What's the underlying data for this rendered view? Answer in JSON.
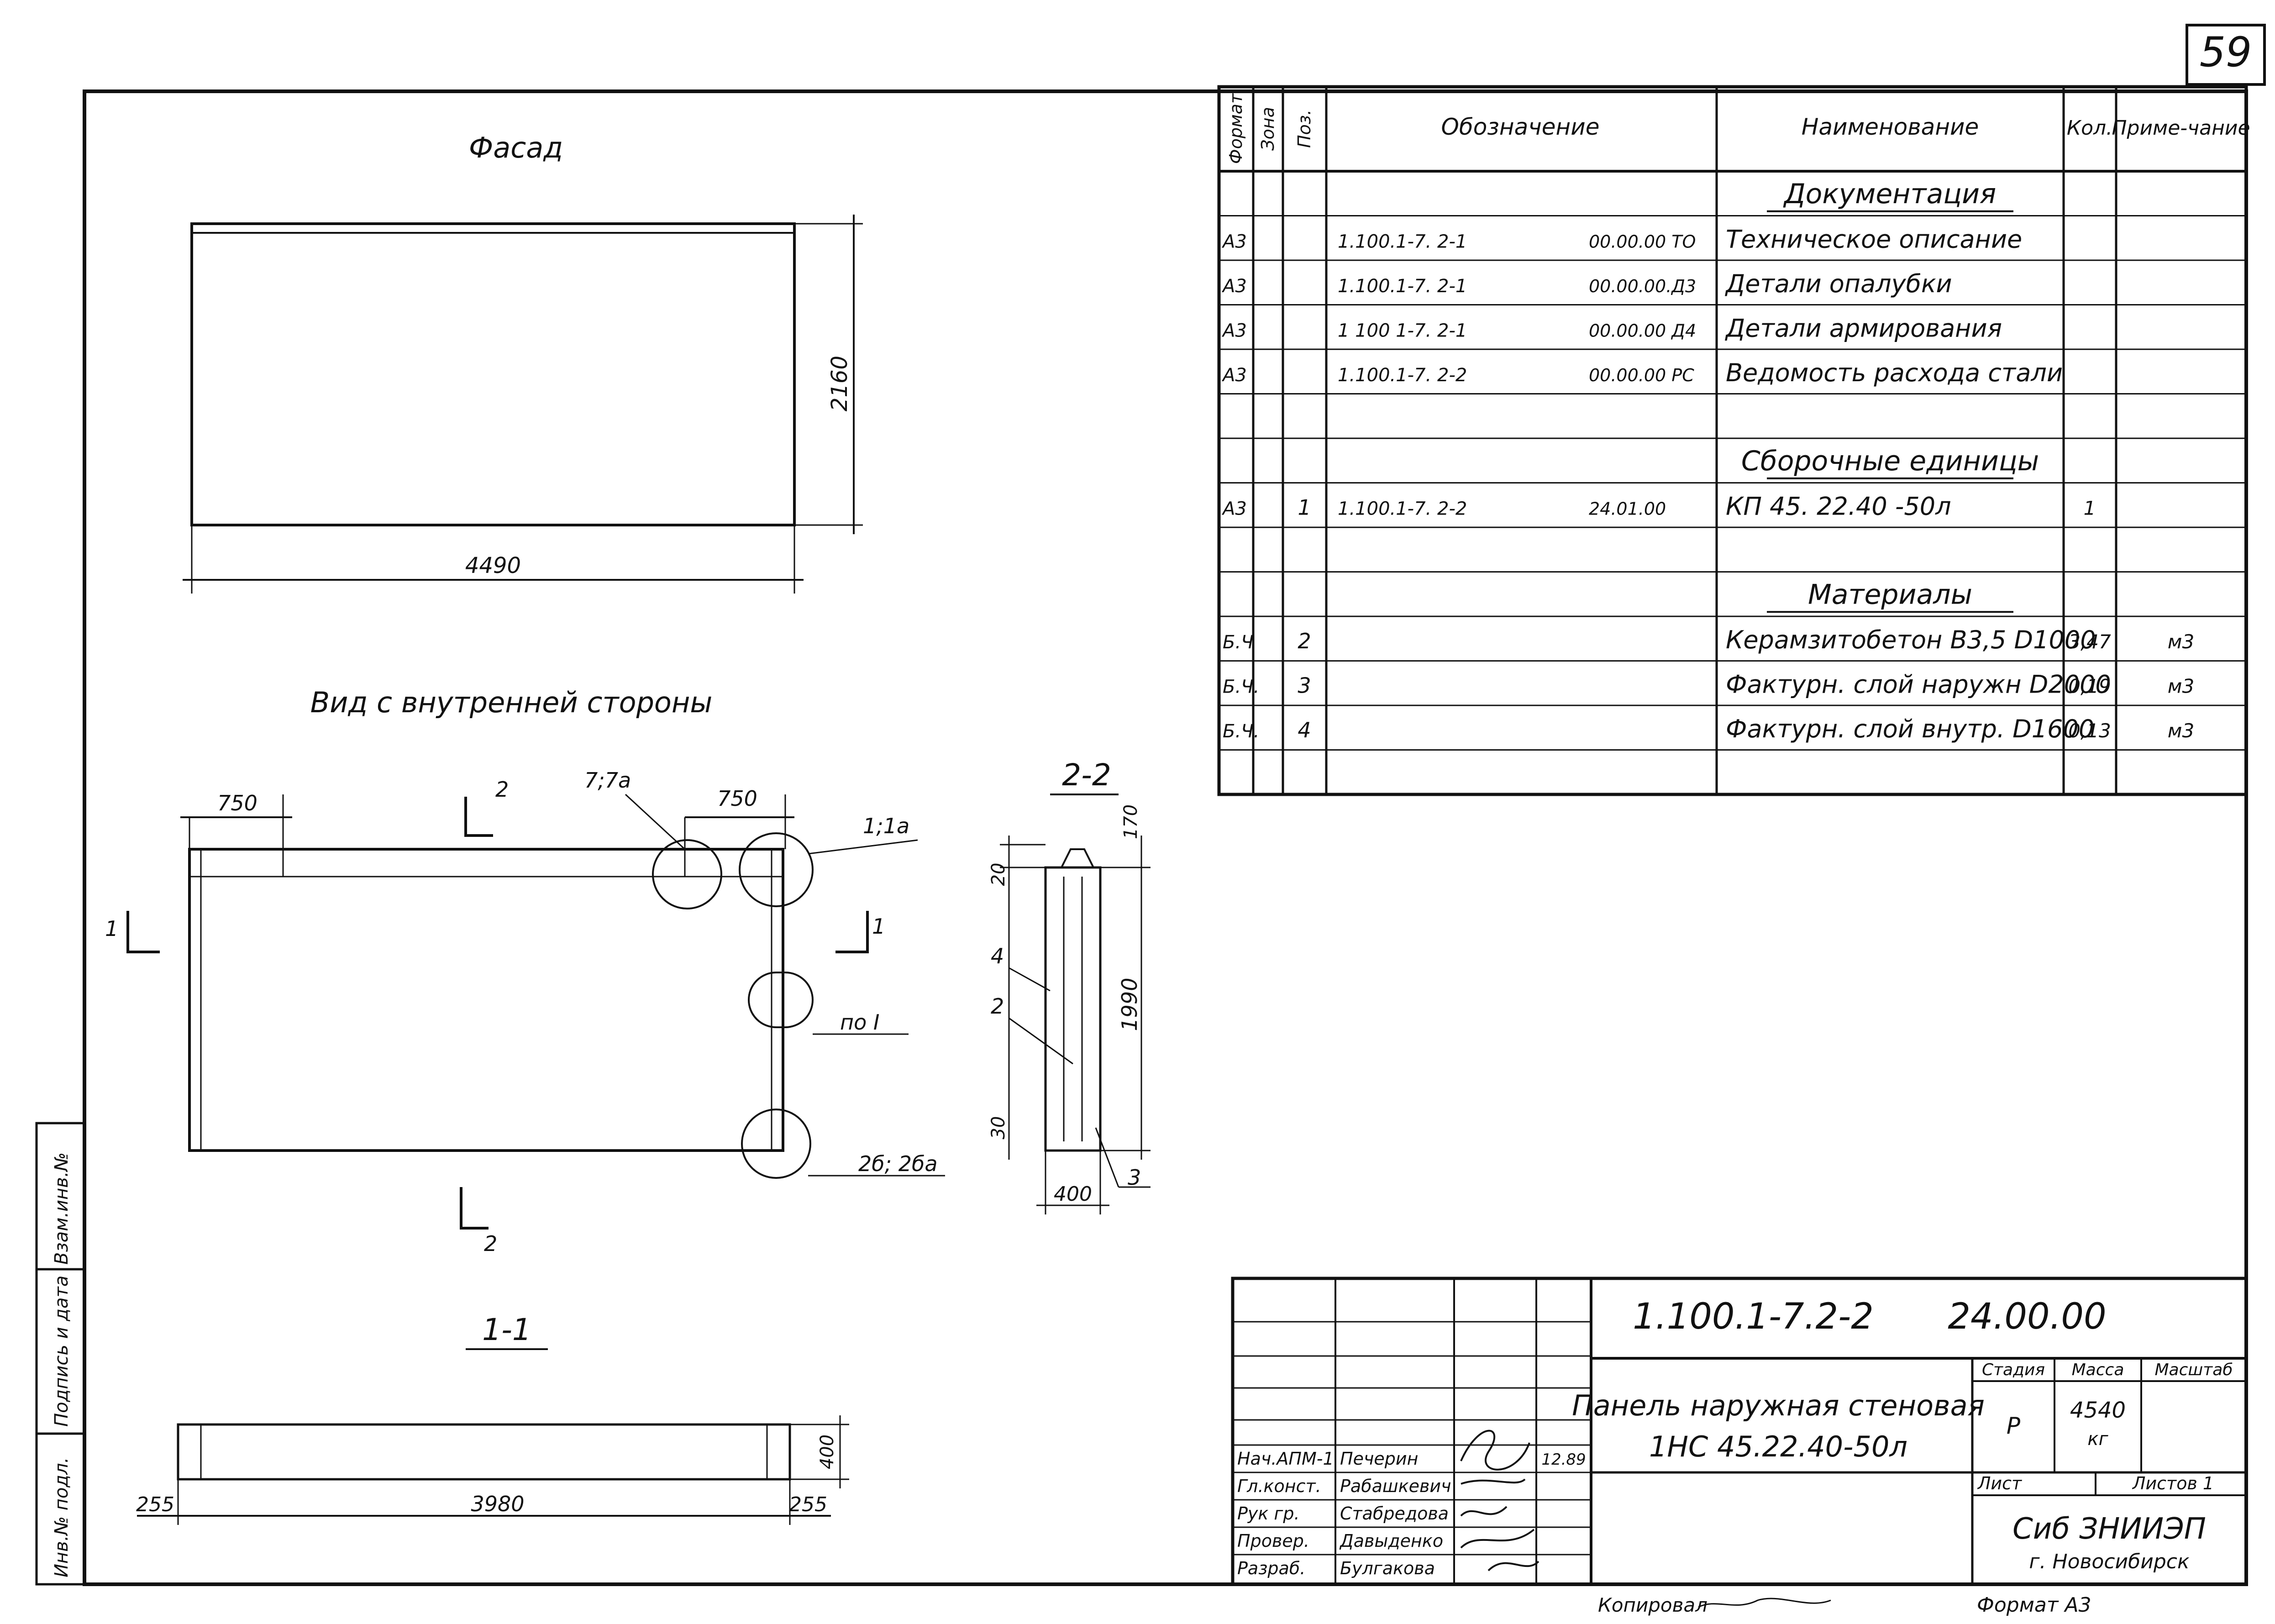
{
  "sheet_number": "59",
  "views": {
    "facade": {
      "title": "Фасад",
      "dim_width": "4490",
      "dim_height": "2160"
    },
    "inner": {
      "title": "Вид с внутренней стороны",
      "dim_left": "750",
      "dim_right": "750",
      "callout_77a": "7;7а",
      "callout_11a": "1;1а",
      "callout_po1": "по I",
      "callout_26": "2б; 2ба",
      "section_mark_2": "2",
      "section_mark_1": "1"
    },
    "section22": {
      "title": "2-2",
      "dim_170": "170",
      "dim_20": "20",
      "dim_1990": "1990",
      "dim_30": "30",
      "dim_400": "400",
      "pos_4": "4",
      "pos_2": "2",
      "pos_3": "3"
    },
    "section11": {
      "title": "1-1",
      "dim_left": "255",
      "dim_mid": "3980",
      "dim_right": "255",
      "dim_height": "400"
    }
  },
  "spec": {
    "headers": {
      "format": "Формат",
      "zone": "Зона",
      "pos": "Поз.",
      "designation": "Обозначение",
      "name": "Наименование",
      "qty": "Кол.",
      "note": "Приме-чание"
    },
    "rows": [
      {
        "kind": "section",
        "name": "Документация"
      },
      {
        "format": "А3",
        "zone": "",
        "pos": "",
        "des1": "1.100.1-7. 2-1",
        "des2": "00.00.00 ТО",
        "name": "Техническое описание",
        "qty": "",
        "note": ""
      },
      {
        "format": "А3",
        "zone": "",
        "pos": "",
        "des1": "1.100.1-7. 2-1",
        "des2": "00.00.00.Д3",
        "name": "Детали опалубки",
        "qty": "",
        "note": ""
      },
      {
        "format": "А3",
        "zone": "",
        "pos": "",
        "des1": "1 100 1-7. 2-1",
        "des2": "00.00.00 Д4",
        "name": "Детали армирования",
        "qty": "",
        "note": ""
      },
      {
        "format": "А3",
        "zone": "",
        "pos": "",
        "des1": "1.100.1-7. 2-2",
        "des2": "00.00.00 РС",
        "name": "Ведомость расхода стали",
        "qty": "",
        "note": ""
      },
      {
        "kind": "empty"
      },
      {
        "kind": "section",
        "name": "Сборочные единицы"
      },
      {
        "format": "А3",
        "zone": "",
        "pos": "1",
        "des1": "1.100.1-7. 2-2",
        "des2": "24.01.00",
        "name": "КП 45. 22.40 -50л",
        "qty": "1",
        "note": ""
      },
      {
        "kind": "empty"
      },
      {
        "kind": "section",
        "name": "Материалы"
      },
      {
        "format": "Б.Ч",
        "zone": "",
        "pos": "2",
        "des1": "",
        "des2": "",
        "name": "Керамзитобетон В3,5 D1000",
        "qty": "3,47",
        "note": "м3"
      },
      {
        "format": "Б.Ч.",
        "zone": "",
        "pos": "3",
        "des1": "",
        "des2": "",
        "name": "Фактурн. слой наружн D2000",
        "qty": "0,19",
        "note": "м3"
      },
      {
        "format": "Б.Ч.",
        "zone": "",
        "pos": "4",
        "des1": "",
        "des2": "",
        "name": "Фактурн. слой внутр. D1600",
        "qty": "0,13",
        "note": "м3"
      },
      {
        "kind": "empty"
      }
    ]
  },
  "title_block": {
    "code": "1.100.1-7.2-2",
    "code2": "24.00.00",
    "product_name": "Панель наружная стеновая",
    "product_mark": "1НС 45.22.40-50л",
    "stage_label": "Стадия",
    "mass_label": "Масса",
    "scale_label": "Масштаб",
    "stage": "Р",
    "mass": "4540",
    "mass_unit": "кг",
    "sheet_label": "Лист",
    "sheets_label": "Листов 1",
    "org": "Сиб ЗНИИЭП",
    "city": "г. Новосибирск",
    "date": "12.89",
    "roles": [
      {
        "role": "Нач.АПМ-1",
        "name": "Печерин"
      },
      {
        "role": "Гл.конст.",
        "name": "Рабашкевич"
      },
      {
        "role": "Рук гр.",
        "name": "Стабредова"
      },
      {
        "role": "Провер.",
        "name": "Давыденко"
      },
      {
        "role": "Разраб.",
        "name": "Булгакова"
      }
    ]
  },
  "side_stamp": {
    "inv_podl": "Инв.№ подл.",
    "podpis": "Подпись и дата",
    "vzam": "Взам.инв.№"
  },
  "footer": {
    "copied": "Копировал",
    "format": "Формат А3"
  }
}
